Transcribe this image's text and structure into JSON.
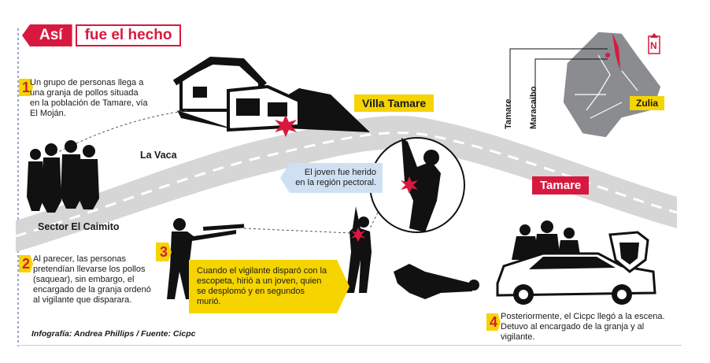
{
  "title": {
    "part1": "Así",
    "part2": "fue el hecho"
  },
  "places": {
    "villa_tamare": "Villa Tamare",
    "la_vaca": "La Vaca",
    "sector_el_caimito": "Sector El Caimito",
    "tamare_road": "Tamare"
  },
  "steps": [
    {
      "num": "1",
      "text": "Un grupo de personas llega a una granja de pollos situada en la población de Tamare, vía El Moján."
    },
    {
      "num": "2",
      "text": "Al parecer, las personas pretendían llevarse los pollos (saquear), sin embargo, el encargado de la granja ordenó al vigilante que disparara."
    },
    {
      "num": "3",
      "text": "Cuando el vigilante disparó con la escopeta, hirió a un joven, quien se desplomó y en segundos murió."
    },
    {
      "num": "4",
      "text": "Posteriormente, el Cicpc llegó a la escena. Detuvo al encargado de la granja y al vigilante."
    }
  ],
  "wound_note": "El joven fue herido en la región pectoral.",
  "map": {
    "north": "N",
    "labels": {
      "tamare": "Tamare",
      "maracaibo": "Maracaibo",
      "zulia": "Zulia"
    }
  },
  "credit": "Infografía: Andrea Phillips / Fuente: Cicpc",
  "colors": {
    "red": "#d8193f",
    "yellow": "#f5d400",
    "blue_note": "#cfe0f3",
    "road": "#d6d6d6",
    "map_gray": "#8a8c90"
  }
}
